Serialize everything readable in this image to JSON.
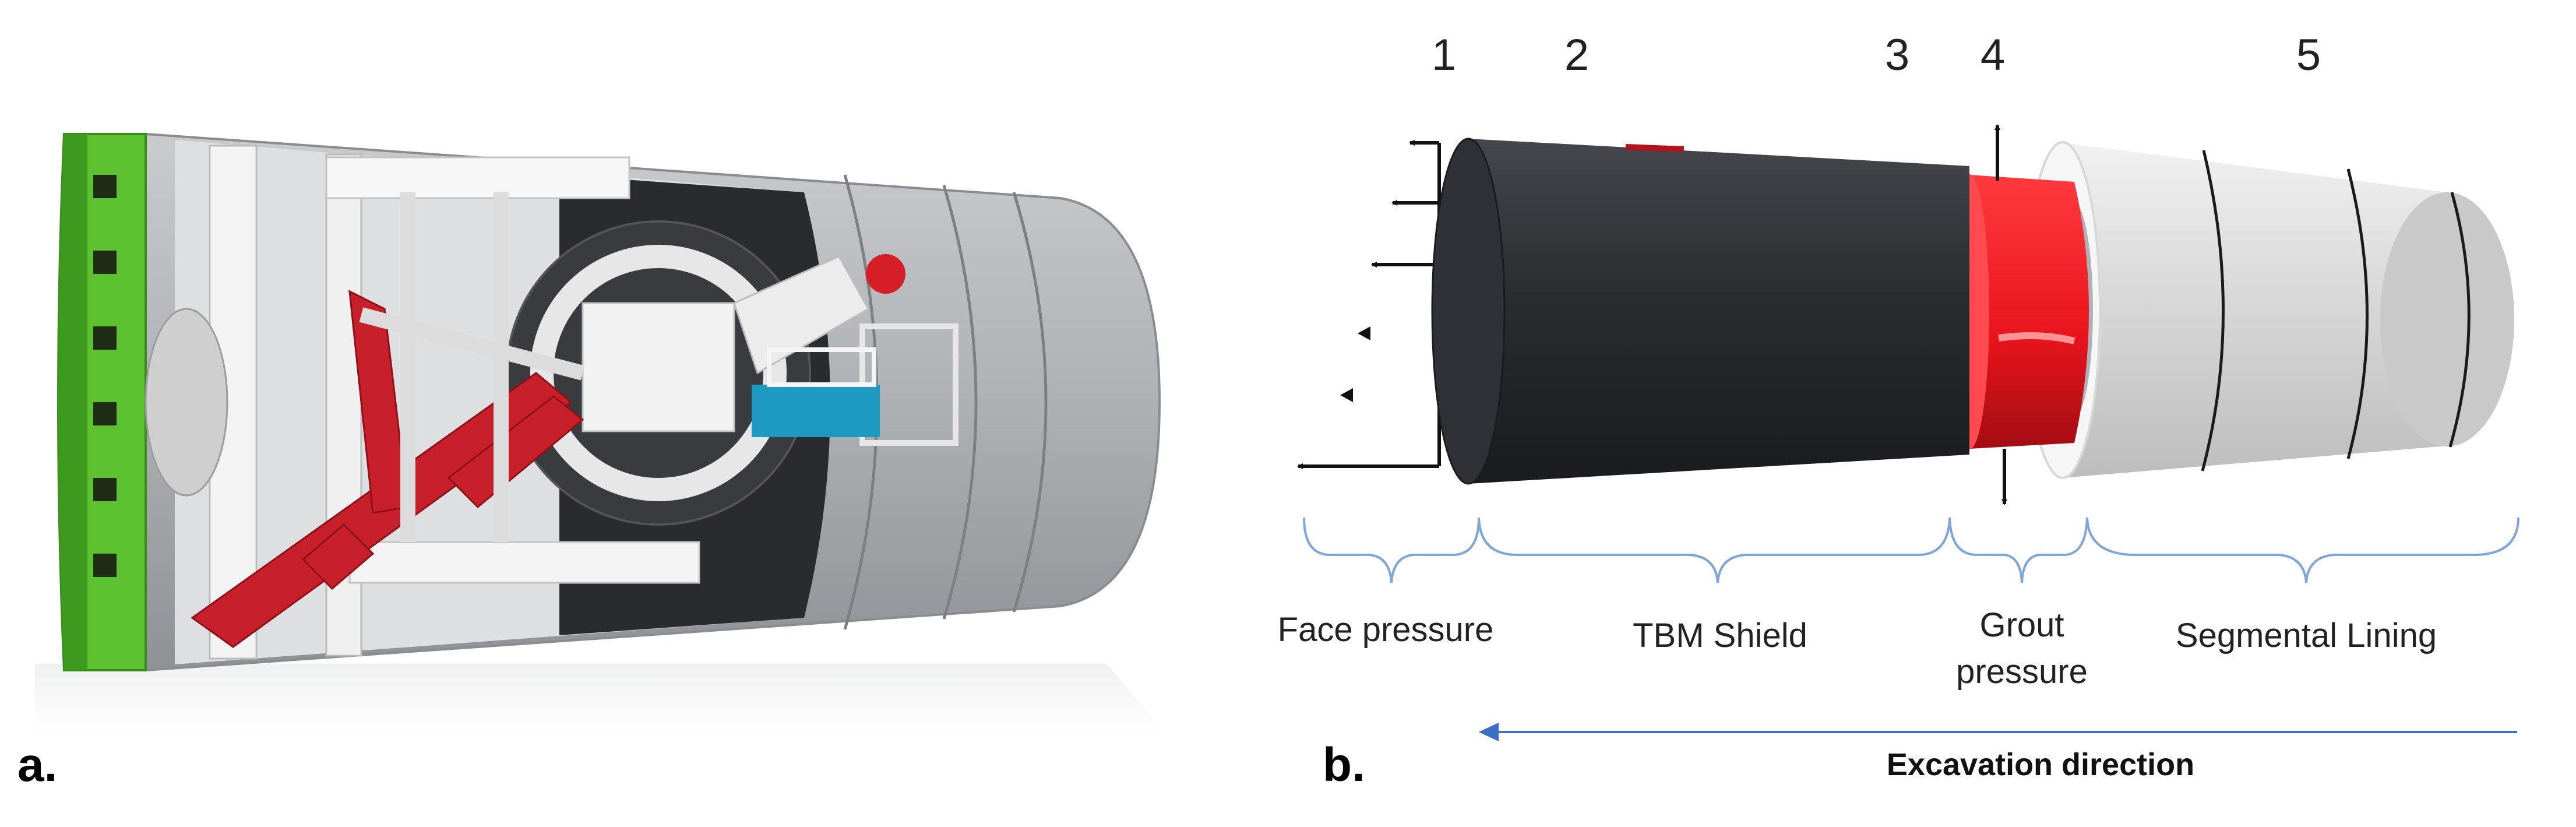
{
  "panel_a": {
    "label": "a."
  },
  "panel_b": {
    "label": "b.",
    "stage_numbers": [
      "1",
      "2",
      "3",
      "4",
      "5"
    ],
    "regions": {
      "face": "Face pressure",
      "shield": "TBM Shield",
      "grout_line1": "Grout",
      "grout_line2": "pressure",
      "lining": "Segmental Lining"
    },
    "direction": "Excavation direction"
  },
  "colors": {
    "tbm_green": "#5cc22f",
    "tbm_red": "#c8202a",
    "shield_dark": "#2b2d31",
    "grout_red": "#e8141c",
    "lining_grey": "#d8d8d8",
    "brace_blue": "#7fa6d9",
    "arrow_blue": "#3a6fc4"
  }
}
